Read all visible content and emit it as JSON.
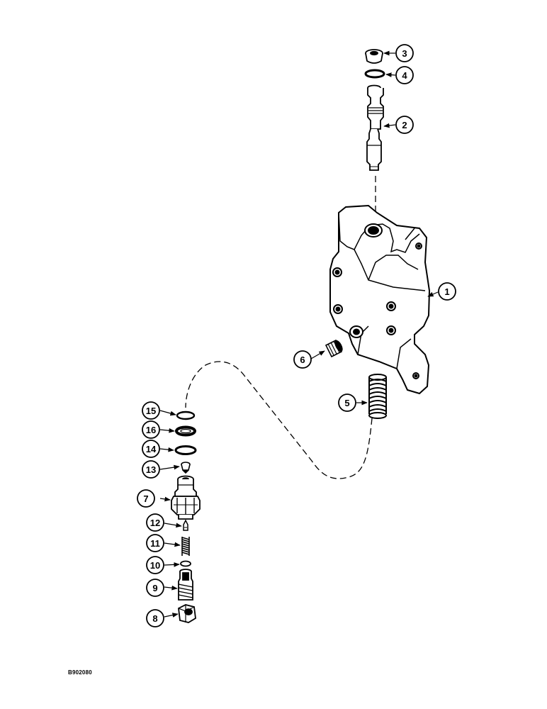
{
  "figure_id": "B902080",
  "callouts": {
    "c1": "1",
    "c2": "2",
    "c3": "3",
    "c4": "4",
    "c5": "5",
    "c6": "6",
    "c7": "7",
    "c8": "8",
    "c9": "9",
    "c10": "10",
    "c11": "11",
    "c12": "12",
    "c13": "13",
    "c14": "14",
    "c15": "15",
    "c16": "16"
  }
}
